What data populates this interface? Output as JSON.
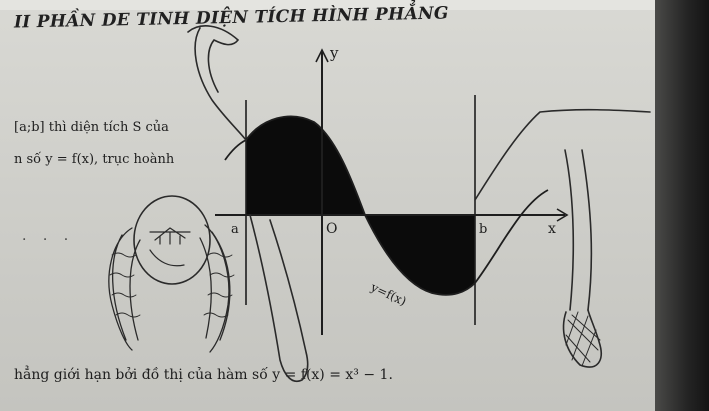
{
  "page": {
    "heading": "II PHẦN DE TINH DIỆN TÍCH HÌNH PHẲNG",
    "line1": "[a;b] thì diện tích S của",
    "line2": "n số  y = f(x), trục hoành",
    "line3": "hẳng giới hạn bởi đồ thị của hàm số  y = f(x) = x³ − 1.",
    "dots": "· · ·"
  },
  "graph": {
    "y_axis_label": "y",
    "x_axis_label": "x",
    "origin_label": "O",
    "a_label": "a",
    "b_label": "b",
    "curve_label": "y=f(x)"
  },
  "colors": {
    "paper": "#d3d3ce",
    "ink": "#1e1e1e",
    "fill": "#0b0b0b"
  }
}
